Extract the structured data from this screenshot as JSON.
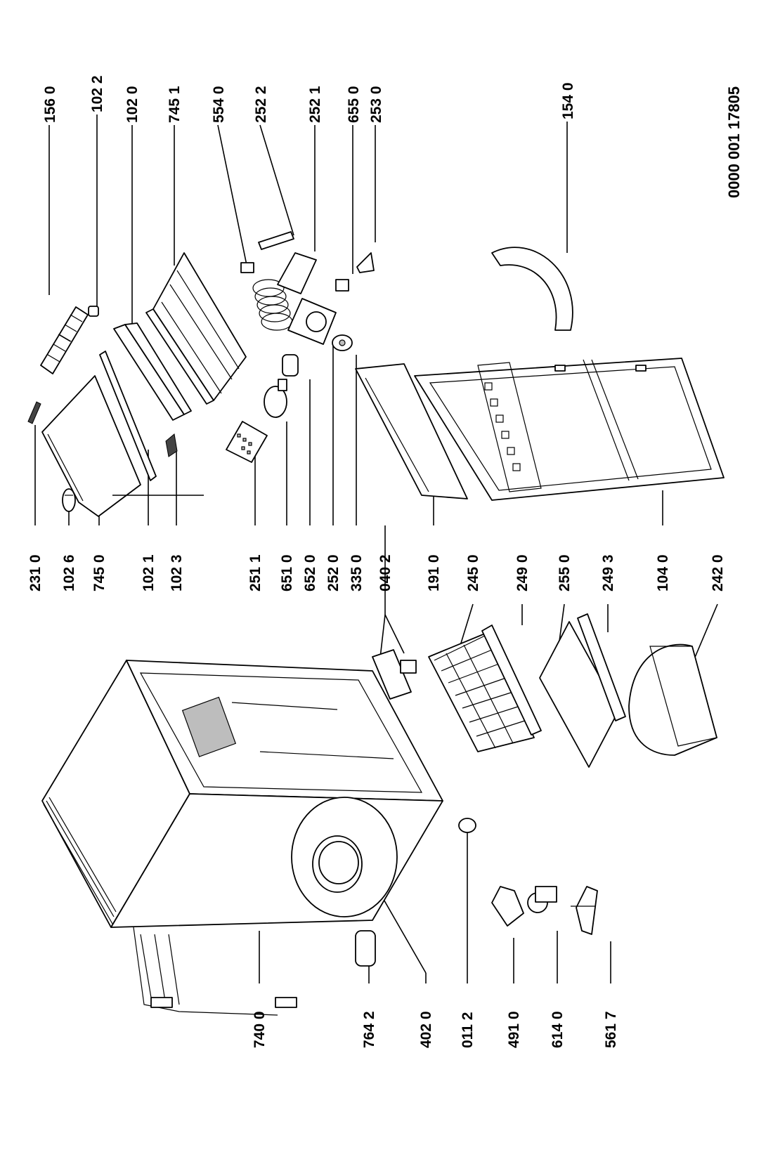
{
  "document_code": "0000 001 17805",
  "labels_top": [
    "156 0",
    "102 2",
    "102 0",
    "745 1",
    "554 0",
    "252 2",
    "252 1",
    "655 0",
    "253 0",
    "154 0"
  ],
  "labels_middle": [
    "231 0",
    "102 6",
    "745 0",
    "102 1",
    "102 3",
    "251 1",
    "651 0",
    "652 0",
    "252 0",
    "335 0",
    "040 2",
    "191 0",
    "245 0",
    "249 0",
    "255 0",
    "249 3",
    "104 0",
    "242 0"
  ],
  "labels_bottom": [
    "740 0",
    "764 2",
    "402 0",
    "011 2",
    "491 0",
    "614 0",
    "561 7"
  ]
}
